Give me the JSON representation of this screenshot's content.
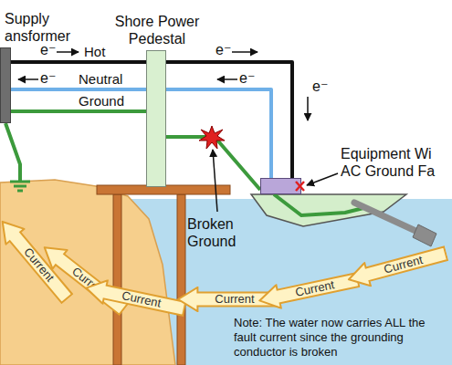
{
  "diagram": {
    "nodes": [
      {
        "text": [
          "Supply ansformer"
        ]
      },
      {
        "text": [
          "Shore Power Pedestal"
        ]
      },
      {
        "text": [
          "Equipment Wi AC Ground Fa"
        ]
      },
      {
        "text": [
          "Current"
        ]
      },
      {
        "text": [
          "Current"
        ]
      },
      {
        "text": [
          "Current"
        ]
      },
      {
        "text": [
          "Current"
        ]
      },
      {
        "text": [
          "Current"
        ]
      },
      {
        "text": [
          "Current"
        ]
      }
    ],
    "edges": [
      {
        "from": 0,
        "to": 1,
        "label": "Hot",
        "arrow": "none"
      },
      {
        "from": 1,
        "to": 2,
        "arrow": "none"
      },
      {
        "from": 0,
        "to": 1,
        "label": "Neutral",
        "arrow": "none"
      },
      {
        "from": 1,
        "to": 2,
        "arrow": "none"
      },
      {
        "from": 0,
        "to": 1,
        "label": "Ground",
        "arrow": "none"
      },
      {
        "from": 1,
        "to": 2,
        "arrow": "none"
      }
    ],
    "labels": [
      "e⁻",
      "e⁻",
      "e⁻",
      "e⁻",
      "e⁻",
      "Broken Ground",
      "Note: The water now carries ALL the fault current since the grounding conductor is broken"
    ]
  }
}
